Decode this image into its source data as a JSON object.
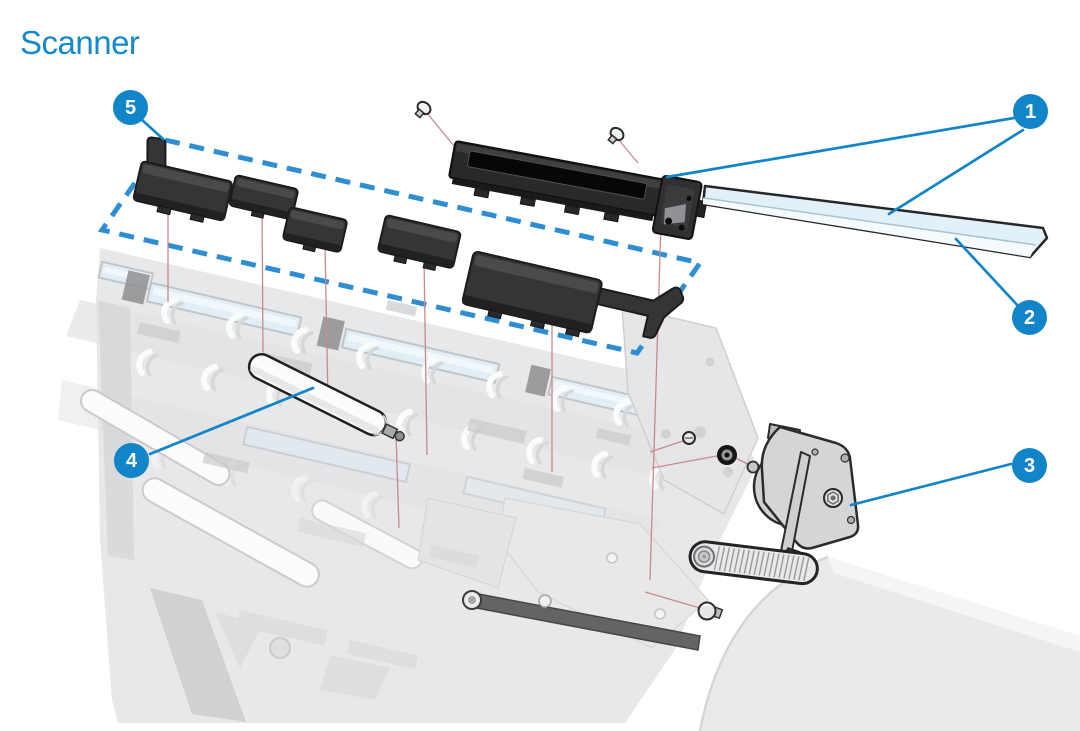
{
  "page": {
    "title": "Scanner"
  },
  "callouts": [
    {
      "label": "1"
    },
    {
      "label": "2"
    },
    {
      "label": "3"
    },
    {
      "label": "4"
    },
    {
      "label": "5"
    }
  ],
  "figure": {
    "type": "exploded-parts-diagram",
    "dashed_group_callout": "5"
  },
  "colors": {
    "background": "#ffffff",
    "title_blue": "#1489cb",
    "callout_blue": "#1285c8",
    "dash_blue": "#2e8ed1",
    "leader_line_red": "#cb898c",
    "part_dark": "#353537",
    "glass_blue": "#e2f1f7",
    "body_gray": "#d9dadc",
    "metal_gray": "#d3d5d7"
  }
}
